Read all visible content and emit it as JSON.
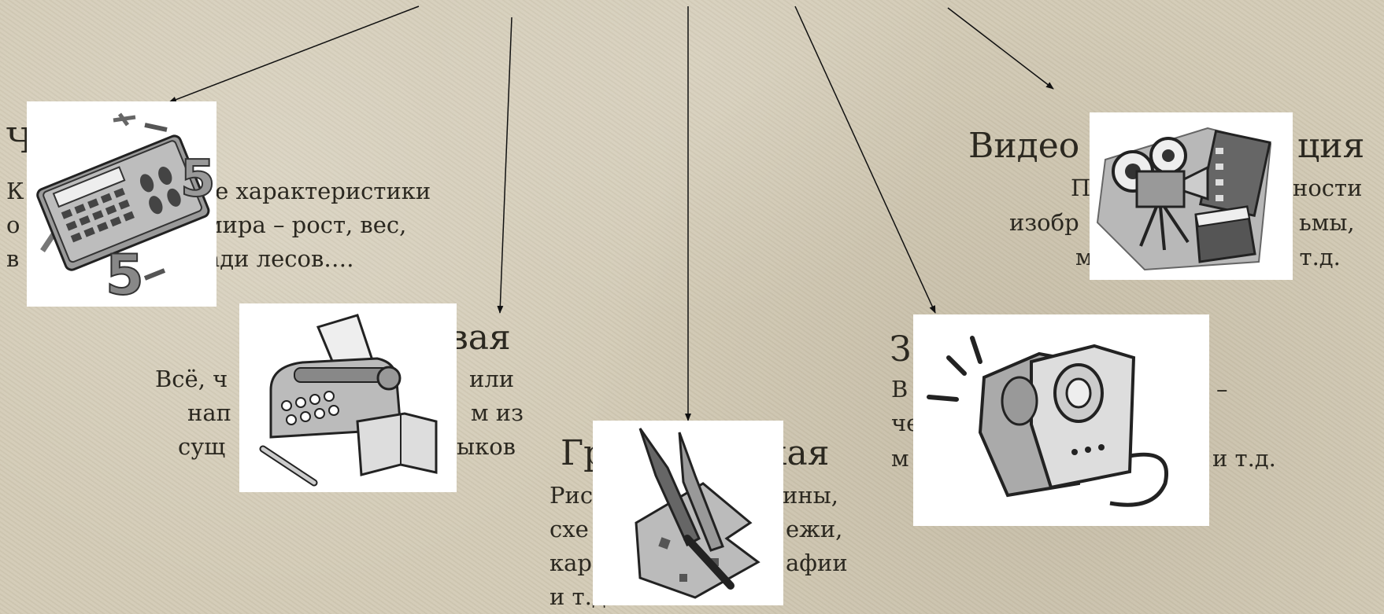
{
  "blocks": {
    "numeric": {
      "heading": "Ч",
      "lines": [
        "К",
        "ые характеристики",
        "о",
        "мира – рост, вес,",
        "в",
        "ади лесов…."
      ]
    },
    "text": {
      "heading": "вая",
      "lines": [
        "Всё, ч",
        "или",
        "нап",
        "м из",
        "сущ",
        "ыков"
      ]
    },
    "graphic": {
      "heading_a": "Гр",
      "heading_b": "кая",
      "lines": [
        "Рис",
        "ины,",
        "схе",
        "ежи,",
        "кар",
        "афии",
        "и т.д."
      ]
    },
    "sound": {
      "heading": "З",
      "lines": [
        "В",
        "–",
        "че",
        "м",
        "и т.д."
      ]
    },
    "video": {
      "heading_a": "Видео",
      "heading_b": "ция",
      "lines": [
        "П",
        "ности",
        "изобр",
        "ьмы,",
        "м",
        "и т.д."
      ]
    }
  },
  "icons": [
    "calculator-icon",
    "typewriter-icon",
    "paintbrush-icon",
    "speakers-icon",
    "film-camera-icon"
  ]
}
